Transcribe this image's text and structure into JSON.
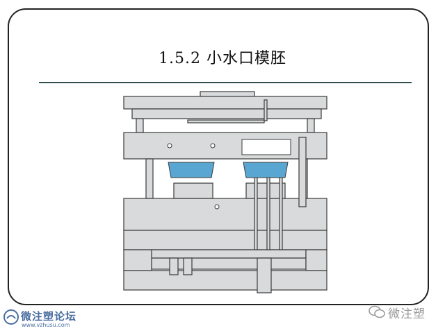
{
  "slide": {
    "title": "1.5.2  小水口模胚"
  },
  "watermark_left": {
    "name": "微注塑论坛",
    "url": "www.vzhusu.com",
    "icon": "forum-logo-icon"
  },
  "watermark_right": {
    "name": "微注塑",
    "icon": "wechat-icon"
  },
  "colors": {
    "plate_fill": "#d9dadb",
    "plate_stroke": "#3a3a3a",
    "part_fill": "#5aa6d2",
    "rule": "#2f4f4f",
    "frame": "#222222"
  }
}
